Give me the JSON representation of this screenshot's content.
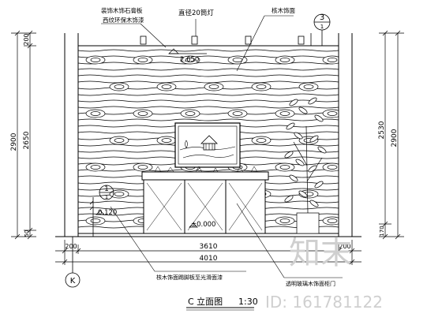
{
  "drawing": {
    "title_label": "C 立面图",
    "scale_label": "1:30",
    "axis_label": "K"
  },
  "notes": {
    "top_left_1": "装饰木饰石膏板",
    "top_left_2": "西纹环保木饰漆",
    "top_center": "直径20筒灯",
    "top_right": "核木饰面",
    "bottom_left": "核木饰面踢脚板至光滑面漆",
    "bottom_right": "透明玻璃木饰面柜门"
  },
  "callouts": {
    "top_right_num": "3",
    "top_right_sub": "1",
    "left_num": "1",
    "left_sub": "1"
  },
  "levels": {
    "ceiling": "2.650",
    "sill": "0.120",
    "floor": "±0.000"
  },
  "dimensions": {
    "left_top": "200",
    "left_middle": "2650",
    "left_overall": "2900",
    "left_bottom": "50",
    "right_middle": "2530",
    "right_overall": "2900",
    "right_bottom": "170",
    "bottom_left": "200",
    "bottom_middle": "3610",
    "bottom_right": "200",
    "bottom_overall": "4010"
  },
  "watermark": {
    "logo_text": "知末",
    "id_text": "ID: 161781122"
  }
}
